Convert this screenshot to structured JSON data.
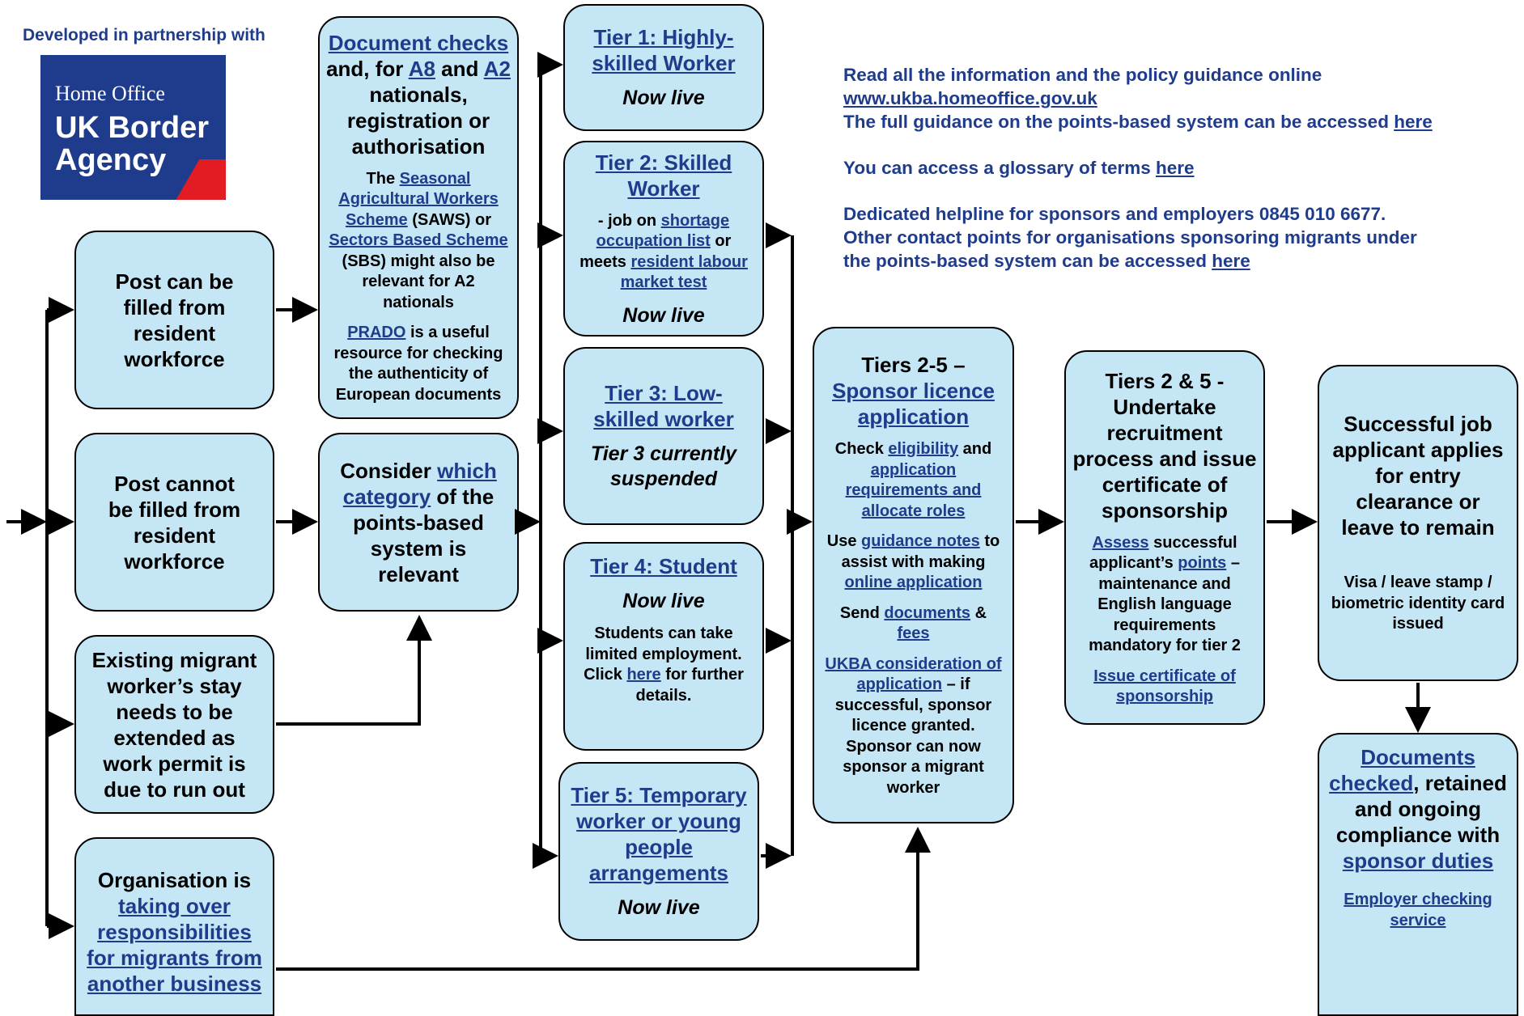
{
  "partner_text": "Developed in partnership with",
  "logo": {
    "line1": "Home Office",
    "line2": "UK Border",
    "line3": "Agency"
  },
  "info": {
    "p1_line1": "Read all the information and the policy guidance online",
    "p1_url": "www.ukba.homeoffice.gov.uk",
    "p1_line3": "The full guidance on the points-based system can be accessed",
    "p1_here": "here",
    "p2_text": "You can access a glossary of terms",
    "p2_here": "here",
    "p3_line1": "Dedicated helpline for sponsors and employers 0845 010 6677.",
    "p3_line2": "Other contact points for organisations sponsoring migrants under",
    "p3_line3": "the points-based system can be accessed",
    "p3_here": "here"
  },
  "col1": {
    "post_can": "Post can be filled from resident workforce",
    "post_cannot": "Post cannot be filled from resident workforce",
    "existing": "Existing migrant worker’s stay needs to be extended as work permit is due to run out",
    "org_prefix": "Organisation is",
    "org_link": "taking over responsibilities for migrants from another business"
  },
  "col2": {
    "doc_checks": "Document checks",
    "and_for": "and, for",
    "a8": "A8",
    "and": "and",
    "a2": "A2",
    "nationals": "nationals, registration or authorisation",
    "the": "The",
    "saws_link": "Seasonal Agricultural Workers Scheme",
    "saws": "(SAWS) or",
    "sbs_link": "Sectors Based Scheme",
    "sbs": "(SBS) might also be relevant for A2 nationals",
    "prado": "PRADO",
    "prado_text": "is a useful resource for checking the authenticity of European documents",
    "consider": "Consider",
    "which_cat": "which category",
    "of_the": "of the points-based system is relevant"
  },
  "tiers": {
    "t1_title": "Tier 1: Highly-skilled Worker",
    "t1_status": "Now live",
    "t2_title": "Tier 2: Skilled Worker",
    "t2_job": "- job on",
    "t2_shortage": "shortage occupation list",
    "t2_or": "or meets",
    "t2_rlmt": "resident labour market test",
    "t2_status": "Now live",
    "t3_title": "Tier 3: Low-skilled worker",
    "t3_status": "Tier 3 currently suspended",
    "t4_title": "Tier 4: Student",
    "t4_status": "Now live",
    "t4_text": "Students can take limited employment. Click",
    "t4_here": "here",
    "t4_text2": "for further details.",
    "t5_title": "Tier 5: Temporary worker or young people arrangements",
    "t5_status": "Now live"
  },
  "sponsor": {
    "title": "Tiers 2-5 –",
    "title_link": "Sponsor licence application",
    "check": "Check",
    "eligibility": "eligibility",
    "and": "and",
    "app_req": "application requirements and allocate roles",
    "use": "Use",
    "guidance": "guidance notes",
    "to_assist": "to assist with making",
    "online": "online application",
    "send": "Send",
    "documents": "documents",
    "amp": "&",
    "fees": "fees",
    "ukba": "UKBA consideration of application",
    "ukba_text": "– if successful, sponsor licence granted. Sponsor can now sponsor a migrant worker"
  },
  "recruit": {
    "title": "Tiers 2 & 5 - Undertake recruitment process and issue certificate of sponsorship",
    "assess": "Assess",
    "successful": "successful applicant’s",
    "points": "points",
    "rest": "– maintenance and English language requirements mandatory for tier 2",
    "issue": "Issue certificate of sponsorship"
  },
  "applicant": {
    "title": "Successful job applicant applies for entry clearance or leave to remain",
    "visa": "Visa / leave stamp / biometric identity card issued"
  },
  "docs": {
    "docs_link": "Documents checked",
    "comma": ",",
    "retained": "retained and ongoing compliance with",
    "sponsor_duties": "sponsor duties",
    "employer": "Employer checking service"
  },
  "colors": {
    "box_fill": "#c5e6f4",
    "link": "#1f3c8c",
    "logo_bg": "#1f3c8c",
    "logo_red": "#e31b23"
  }
}
